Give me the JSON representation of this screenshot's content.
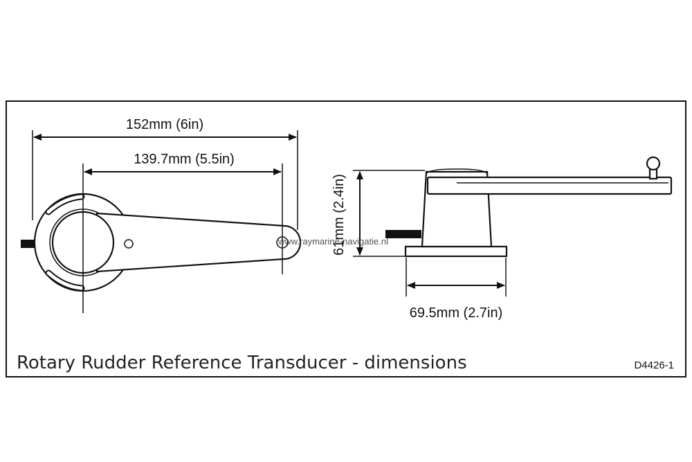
{
  "diagram": {
    "caption": "Rotary Rudder Reference Transducer - dimensions",
    "code": "D4426-1",
    "watermark": "www.raymarine-navigatie.nl",
    "dimensions": {
      "overall_length": "152mm (6in)",
      "pivot_length": "139.7mm (5.5in)",
      "height": "61mm (2.4in)",
      "base_width": "69.5mm (2.7in)"
    }
  }
}
